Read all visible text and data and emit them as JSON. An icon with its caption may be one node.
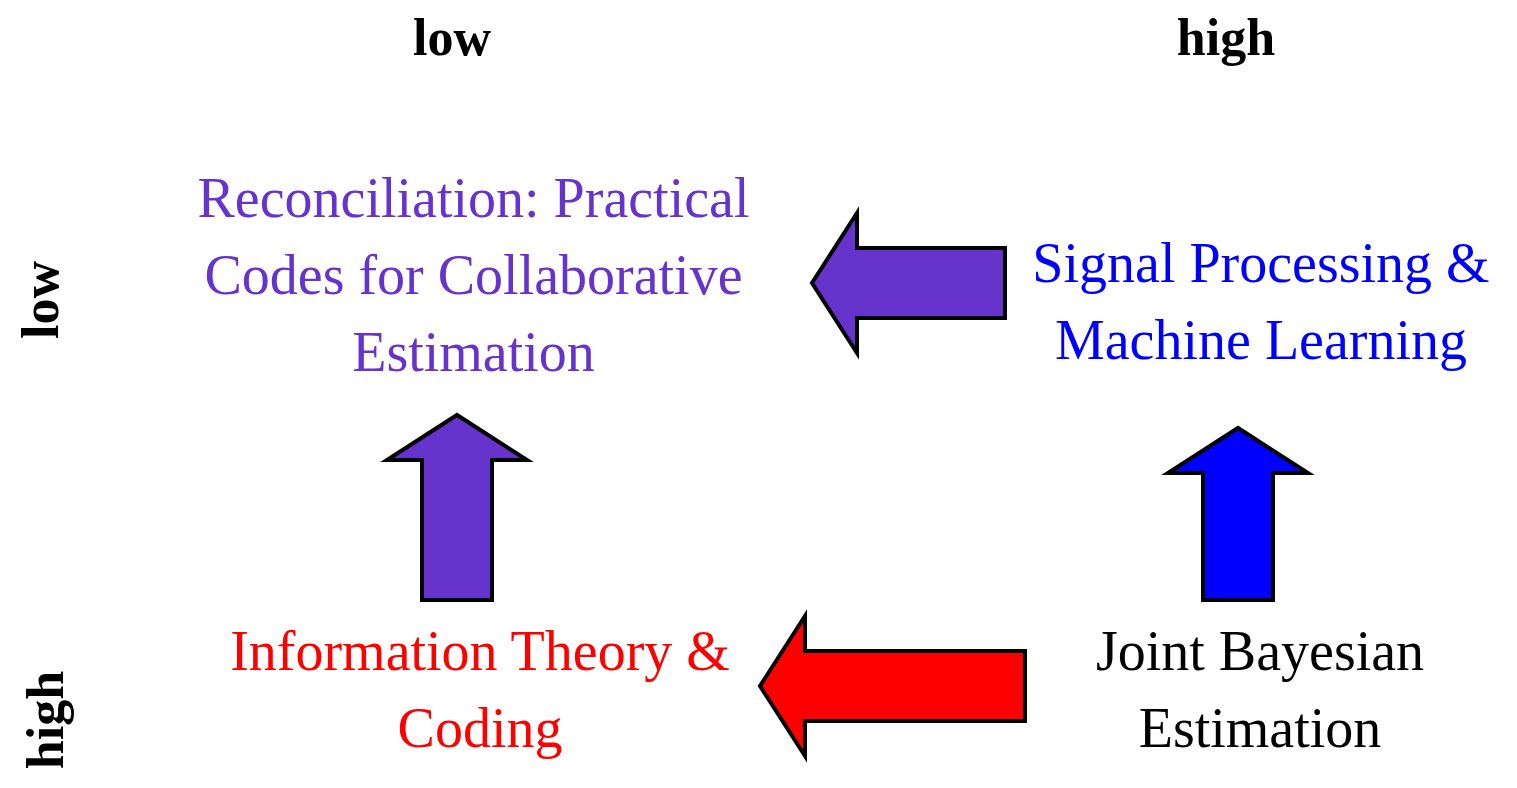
{
  "diagram": {
    "nodes": [
      {
        "text": [
          "Reconciliation: Practical Codes for Collaborative Estimation"
        ]
      },
      {
        "text": [
          "Signal Processing & Machine Learning"
        ]
      },
      {
        "text": [
          "Information Theory & Coding"
        ]
      },
      {
        "text": [
          "Joint Bayesian Estimation"
        ]
      }
    ],
    "edges": [
      {
        "from": 1,
        "to": 0,
        "arrow": "to",
        "style": "thick"
      },
      {
        "from": 2,
        "to": 0,
        "arrow": "to",
        "style": "thick"
      },
      {
        "from": 3,
        "to": 2,
        "arrow": "to",
        "style": "thick",
        "color": "#ff0000"
      },
      {
        "from": 3,
        "to": 1,
        "arrow": "to",
        "style": "thick",
        "color": "#0000ff"
      }
    ],
    "labels": [
      "low",
      "high",
      "low",
      "high"
    ]
  }
}
